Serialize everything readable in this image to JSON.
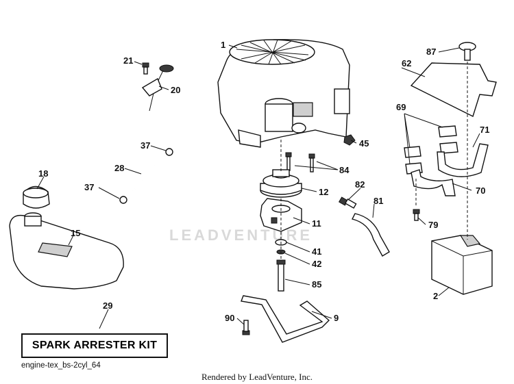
{
  "watermark": "LEADVENTURE",
  "kit_box_label": "SPARK ARRESTER KIT",
  "diagram_code": "engine-tex_bs-2cyl_64",
  "render_credit": "Rendered by LeadVenture, Inc.",
  "callouts": {
    "c1": "1",
    "c2": "2",
    "c9": "9",
    "c11": "11",
    "c12": "12",
    "c15": "15",
    "c18": "18",
    "c20": "20",
    "c21": "21",
    "c28": "28",
    "c29": "29",
    "c37a": "37",
    "c37b": "37",
    "c41": "41",
    "c42": "42",
    "c45": "45",
    "c62": "62",
    "c69": "69",
    "c70": "70",
    "c71": "71",
    "c79": "79",
    "c81": "81",
    "c82": "82",
    "c84": "84",
    "c85": "85",
    "c87": "87",
    "c90": "90"
  }
}
